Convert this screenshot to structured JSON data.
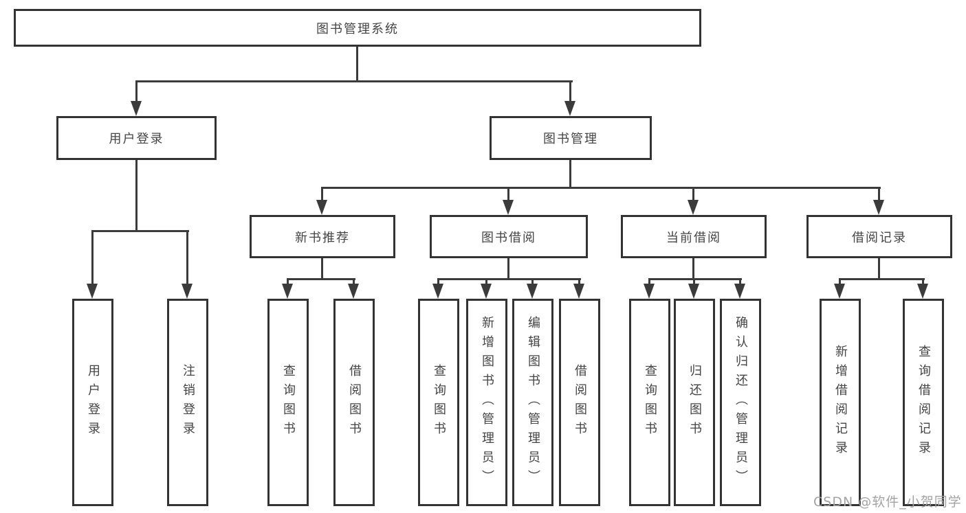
{
  "diagram": {
    "title": "图书管理系统",
    "watermark": "CSDN @软件_小贺同学",
    "colors": {
      "line": "#3b3b3b",
      "border": "#333333",
      "text": "#444444",
      "background": "#ffffff",
      "watermark": "#a3a3a3"
    }
  },
  "nodes": {
    "root": {
      "label": "图书管理系统"
    },
    "level2": [
      {
        "label": "用户登录"
      },
      {
        "label": "图书管理"
      }
    ],
    "level3": [
      {
        "label": "新书推荐"
      },
      {
        "label": "图书借阅"
      },
      {
        "label": "当前借阅"
      },
      {
        "label": "借阅记录"
      }
    ],
    "leaves": {
      "user_login": [
        {
          "label": "用户登录"
        },
        {
          "label": "注销登录"
        }
      ],
      "new_book": [
        {
          "label": "查询图书"
        },
        {
          "label": "借阅图书"
        }
      ],
      "book_borrow": [
        {
          "label": "查询图书"
        },
        {
          "label": "新增图书（管理员）"
        },
        {
          "label": "编辑图书（管理员）"
        },
        {
          "label": "借阅图书"
        }
      ],
      "current_borrow": [
        {
          "label": "查询图书"
        },
        {
          "label": "归还图书"
        },
        {
          "label": "确认归还（管理员）"
        }
      ],
      "borrow_record": [
        {
          "label": "新增借阅记录"
        },
        {
          "label": "查询借阅记录"
        }
      ]
    }
  }
}
